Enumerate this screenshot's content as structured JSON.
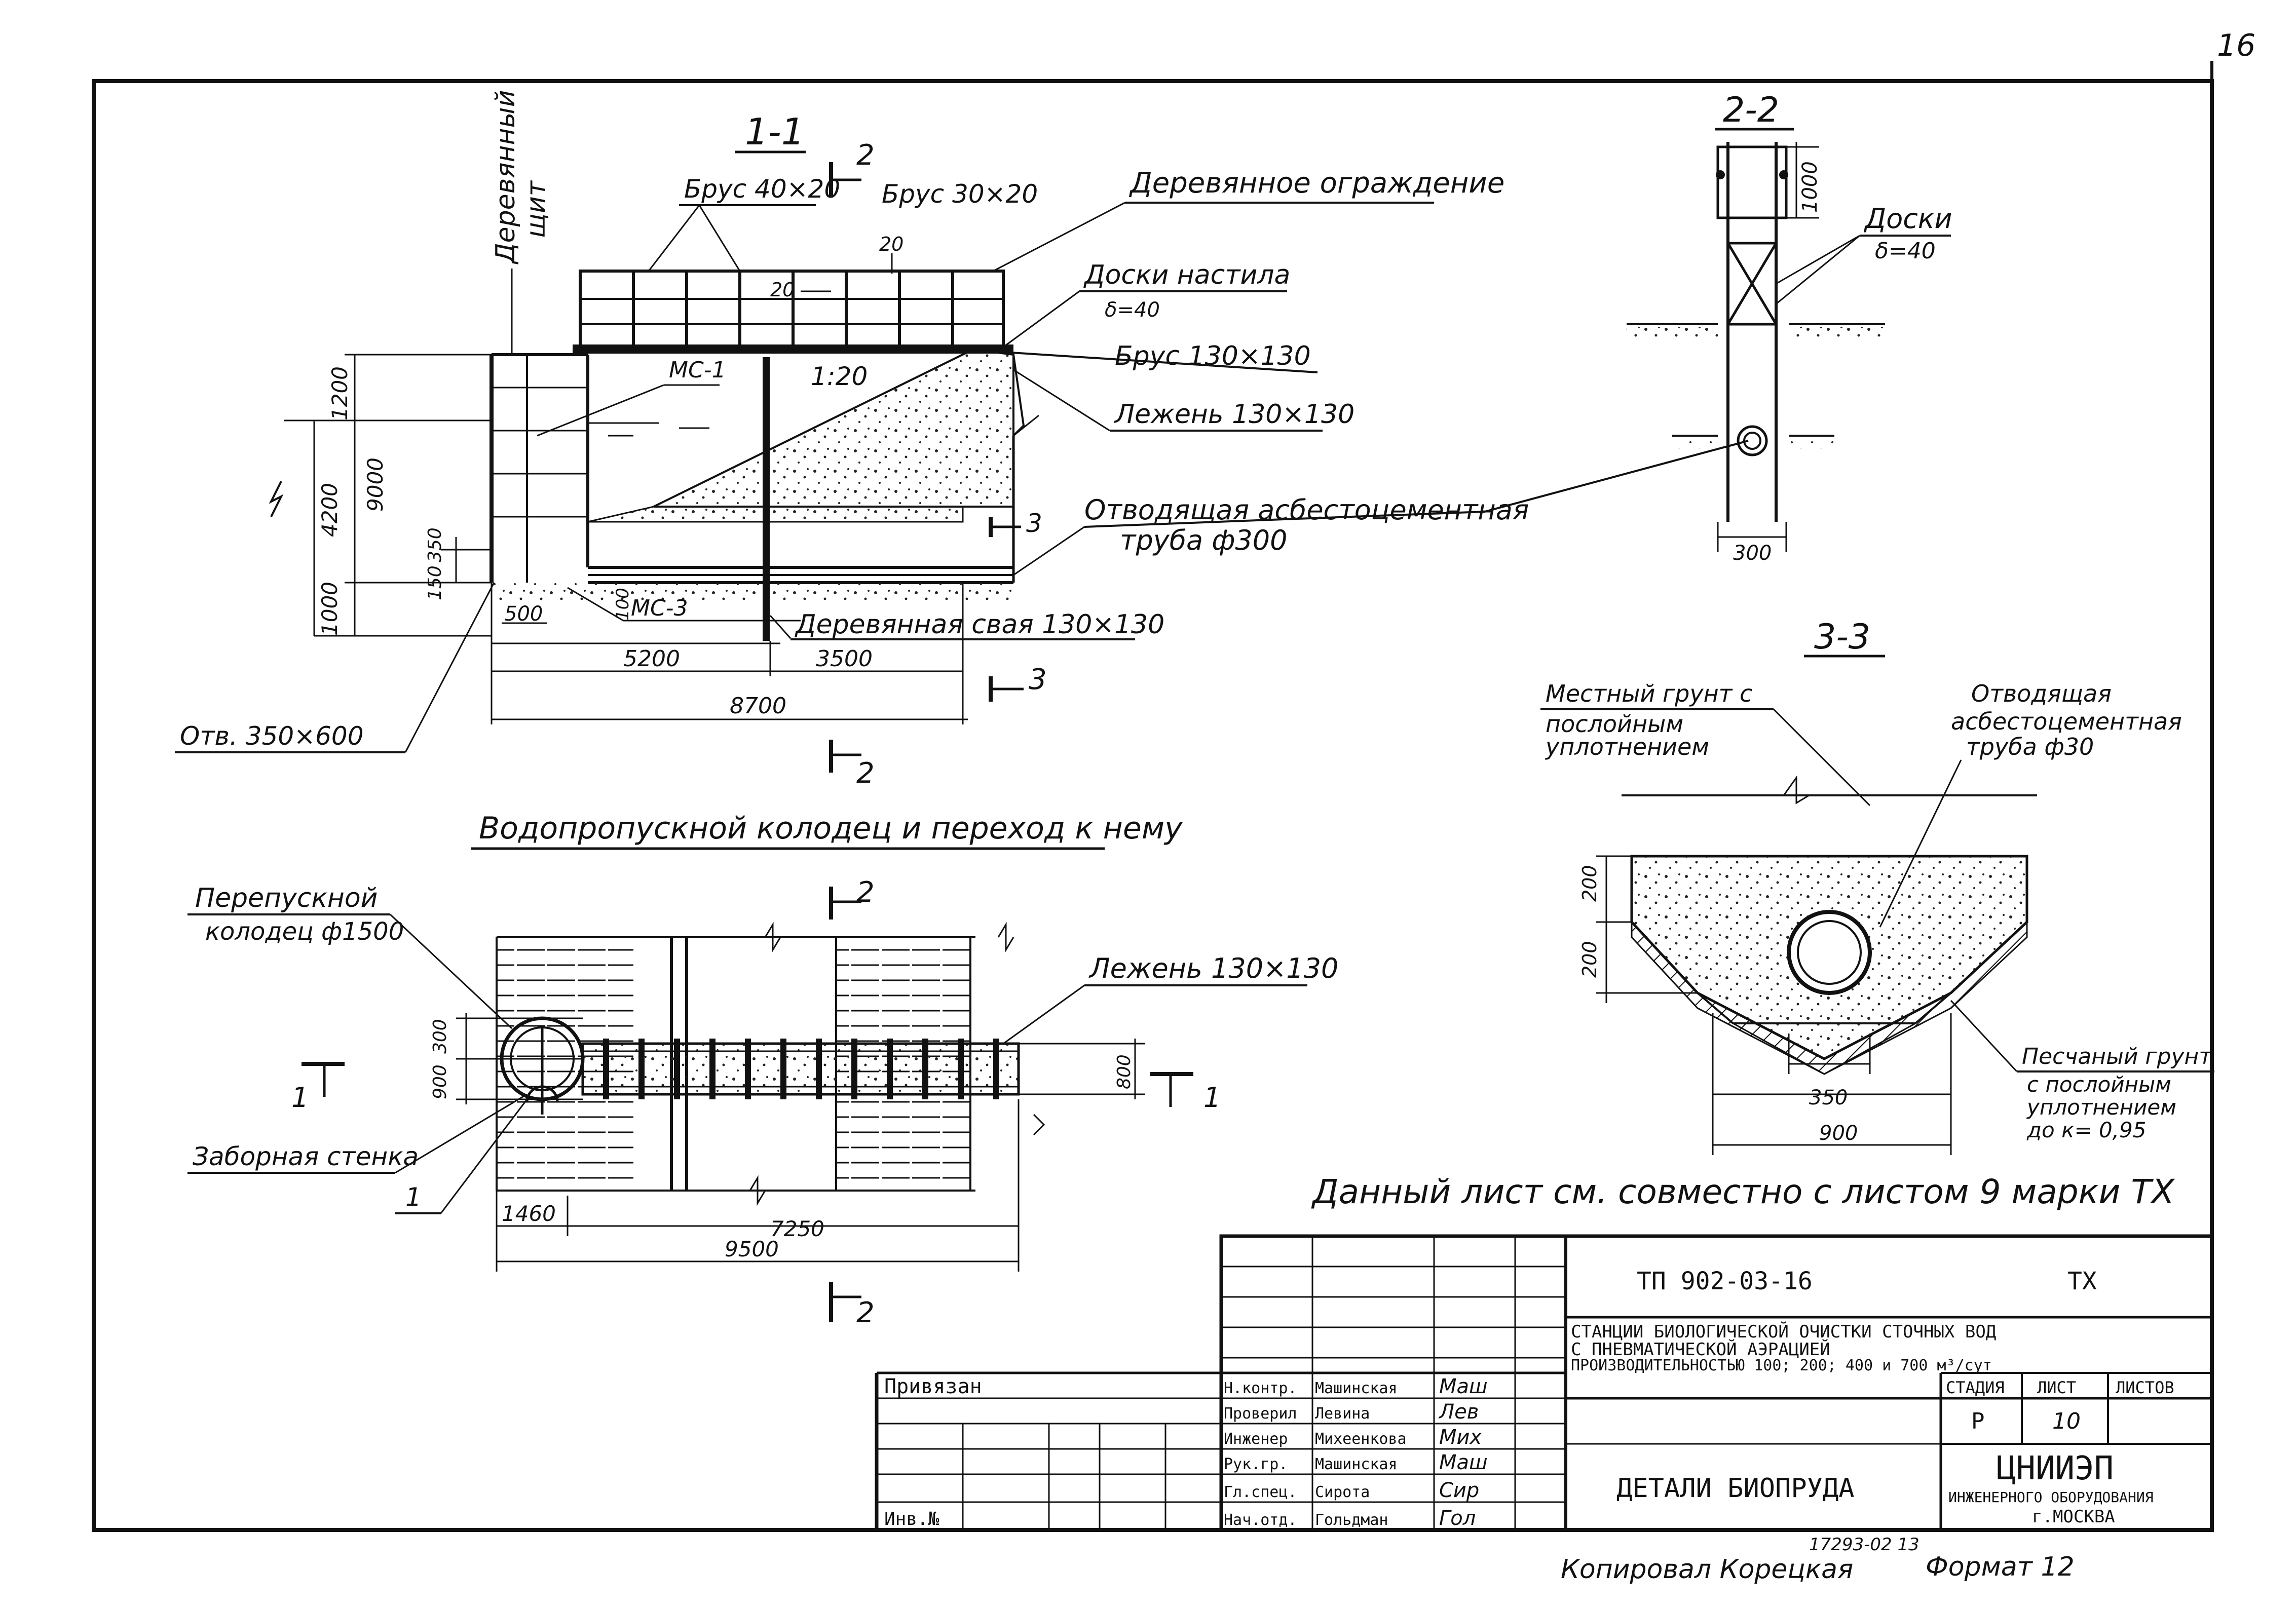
{
  "sheet_corner": "16",
  "section_1_1": {
    "title": "1-1",
    "label_brus_40x20": "Брус 40×20",
    "label_brus_30x20": "Брус 30×20",
    "label_wood_fence": "Деревянное ограждение",
    "label_deck_boards": "Доски настила",
    "label_deck_delta": "δ=40",
    "label_brus_130": "Брус 130×130",
    "label_lezhen": "Лежень 130×130",
    "label_pipe_1": "Отводящая асбестоцементная",
    "label_pipe_2": "труба ф300",
    "label_pile": "Деревянная свая 130×130",
    "label_shield_1": "Деревянный",
    "label_shield_2": "щит",
    "label_ms1": "МС-1",
    "label_ms3": "МС-3",
    "label_hole": "Отв. 350×600",
    "slope": "1:20",
    "cut2_top": "2",
    "cut2_bottom": "2",
    "cut3_top": "3",
    "cut3_bottom": "3",
    "dim_20a": "20",
    "dim_20b": "20",
    "dim_1200": "1200",
    "dim_9000": "9000",
    "dim_4200": "4200",
    "dim_350": "350",
    "dim_150": "150",
    "dim_1000": "1000",
    "dim_500": "500",
    "dim_100": "100",
    "dim_5200": "5200",
    "dim_3500": "3500",
    "dim_8700": "8700"
  },
  "section_2_2": {
    "title": "2-2",
    "label_boards": "Доски",
    "label_delta": "δ=40",
    "dim_1000": "1000",
    "dim_300": "300"
  },
  "section_3_3": {
    "title": "3-3",
    "label_local_soil_1": "Местный грунт с",
    "label_local_soil_2": "послойным",
    "label_local_soil_3": "уплотнением",
    "label_pipe_1": "Отводящая",
    "label_pipe_2": "асбестоцементная",
    "label_pipe_3": "труба ф30",
    "label_sand_1": "Песчаный грунт",
    "label_sand_2": "с послойным",
    "label_sand_3": "уплотнением",
    "label_sand_4": "до к= 0,95",
    "dim_200a": "200",
    "dim_200b": "200",
    "dim_350": "350",
    "dim_900": "900"
  },
  "plan": {
    "title": "Водопропускной колодец и переход к нему",
    "label_well_1": "Перепускной",
    "label_well_2": "колодец ф1500",
    "label_lezhen": "Лежень 130×130",
    "label_wall": "Заборная стенка",
    "label_1": "1",
    "cut1_left": "1",
    "cut1_right": "1",
    "cut2_top": "2",
    "cut2_bottom": "2",
    "dim_300": "300",
    "dim_900": "900",
    "dim_800": "800",
    "dim_1460": "1460",
    "dim_7250": "7250",
    "dim_9500": "9500"
  },
  "note": "Данный лист см. совместно с листом 9 марки ТХ",
  "title_block": {
    "code": "ТП 902-03-16",
    "mark": "ТХ",
    "desc_1": "СТАНЦИИ БИОЛОГИЧЕСКОЙ ОЧИСТКИ СТОЧНЫХ ВОД",
    "desc_2": "С ПНЕВМАТИЧЕСКОЙ АЭРАЦИЕЙ",
    "desc_3": "ПРОИЗВОДИТЕЛЬНОСТЬЮ 100; 200; 400 и 700 м³/сут",
    "stage_h": "СТАДИЯ",
    "sheet_h": "ЛИСТ",
    "sheets_h": "ЛИСТОВ",
    "stage": "Р",
    "sheet": "10",
    "drawing_name": "ДЕТАЛИ БИОПРУДА",
    "org_1": "ЦНИИЭП",
    "org_2": "ИНЖЕНЕРНОГО ОБОРУДОВАНИЯ",
    "org_3": "г.МОСКВА",
    "bound": "Привязан",
    "inv": "Инв.№",
    "roles": [
      "Н.контр.",
      "Проверил",
      "Инженер",
      "Рук.гр.",
      "Гл.спец.",
      "Нач.отд."
    ],
    "names": [
      "Машинская",
      "Левина",
      "Михеенкова",
      "Машинская",
      "Сирота",
      "Гольдман"
    ],
    "signatures": [
      "Маш",
      "Лев",
      "Мих",
      "Маш",
      "Сир",
      "Гол"
    ]
  },
  "footer": {
    "copied": "Копировал Корецкая",
    "number": "17293-02 13",
    "format": "Формат 12"
  }
}
